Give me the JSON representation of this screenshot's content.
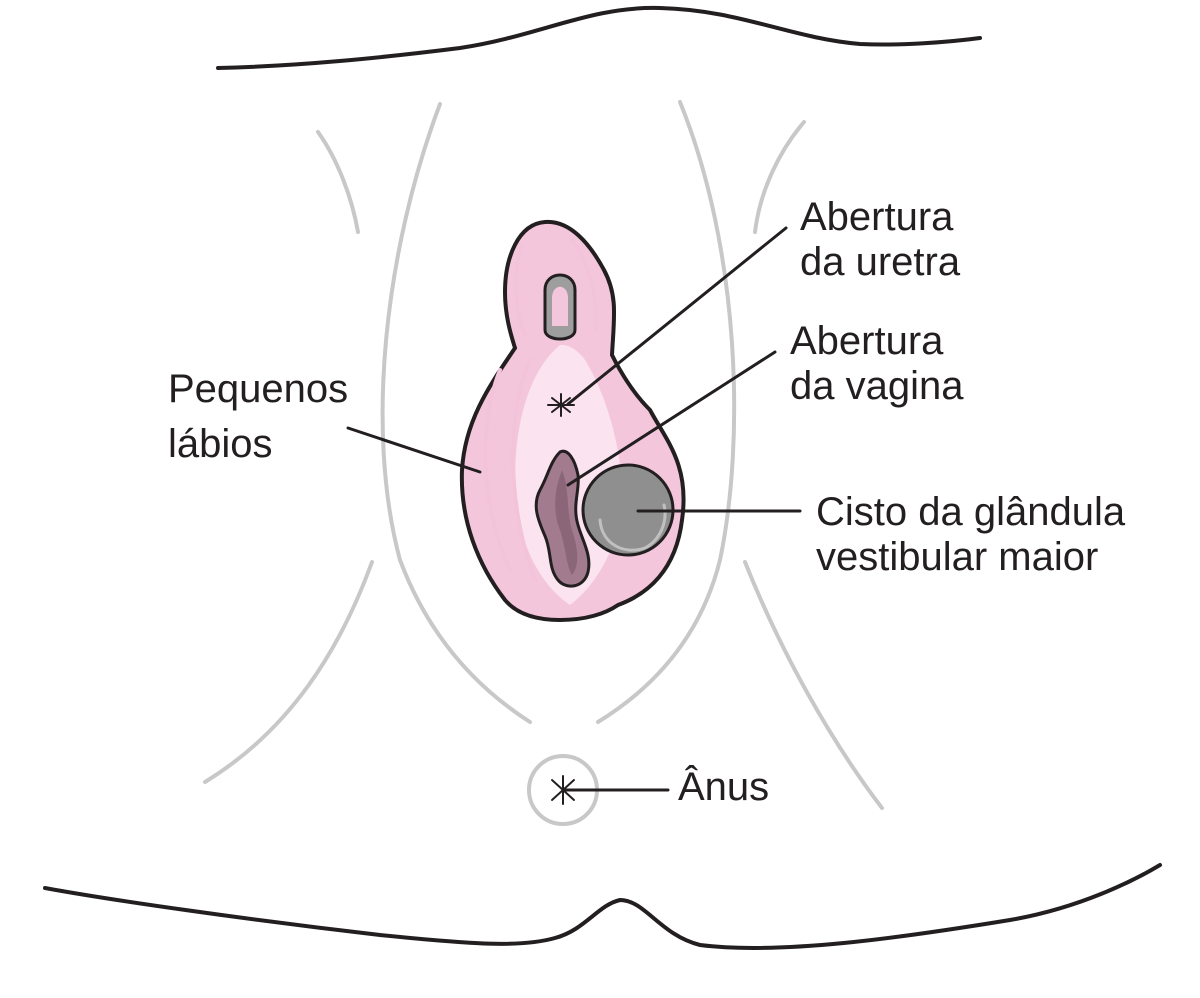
{
  "diagram": {
    "labels": {
      "urethra": [
        "Abertura",
        "da uretra"
      ],
      "vagina": [
        "Abertura",
        "da vagina"
      ],
      "labia": [
        "Pequenos",
        "lábios"
      ],
      "cyst": [
        "Cisto da glândula",
        "vestibular maior"
      ],
      "anus": "Ânus"
    },
    "colors": {
      "labia_fill": "#f4c6dc",
      "labia_inner": "#f9dceb",
      "vestibule_fill": "#fbe3ef",
      "vagina_fill": "#a27b8f",
      "vagina_inner": "#8a6678",
      "cyst_fill": "#8f8f8f",
      "cyst_highlight": "#a8a8a8",
      "contour_lines": "#c8c8c8",
      "outline": "#231f20"
    }
  }
}
